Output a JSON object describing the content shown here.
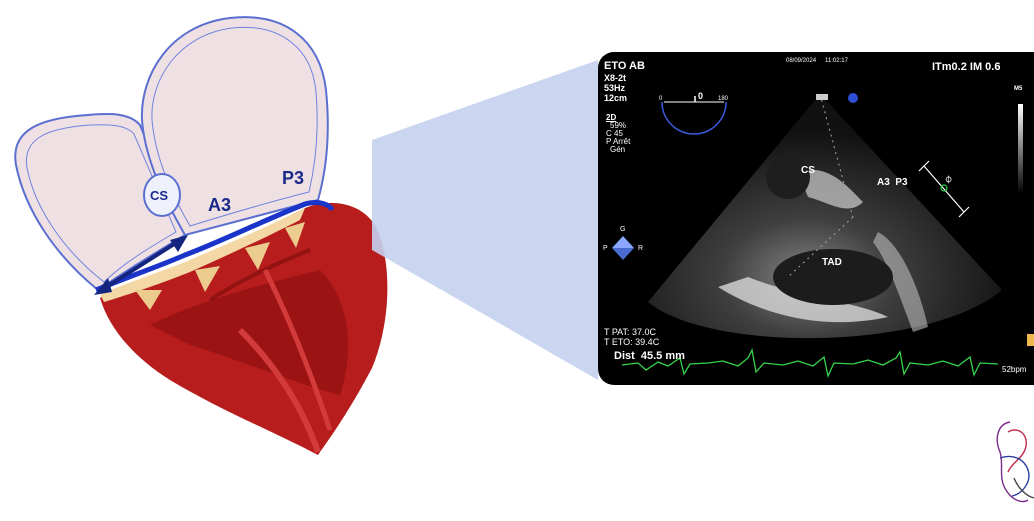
{
  "heart_diagram": {
    "labels": {
      "cs": "CS",
      "a3": "A3",
      "p3": "P3"
    }
  },
  "echo_image": {
    "header": {
      "exam": "ETO AB",
      "probe": "X8-2t",
      "frequency": "53Hz",
      "depth": "12cm",
      "date": "08/09/2024",
      "time": "11:02:17",
      "index": "ITm0.2  IM 0.6"
    },
    "settings": {
      "mode": "2D",
      "gain": "59%",
      "compression": "C 45",
      "state": "P Arrêt",
      "preset": "Gén"
    },
    "omniplane": {
      "start": "0",
      "current": "0",
      "end": "180"
    },
    "orientation": {
      "top": "G",
      "left": "P",
      "right": "R"
    },
    "annotations": {
      "cs": "CS",
      "a3_p3": "A3  P3",
      "tad": "TAD",
      "dist_marker": "Ø"
    },
    "footer": {
      "temp_patient": "T PAT: 37.0C",
      "temp_probe": "T ETO: 39.4C",
      "distance": "Dist  45.5 mm",
      "heart_rate": "52bpm",
      "scale_label": "M5"
    }
  }
}
